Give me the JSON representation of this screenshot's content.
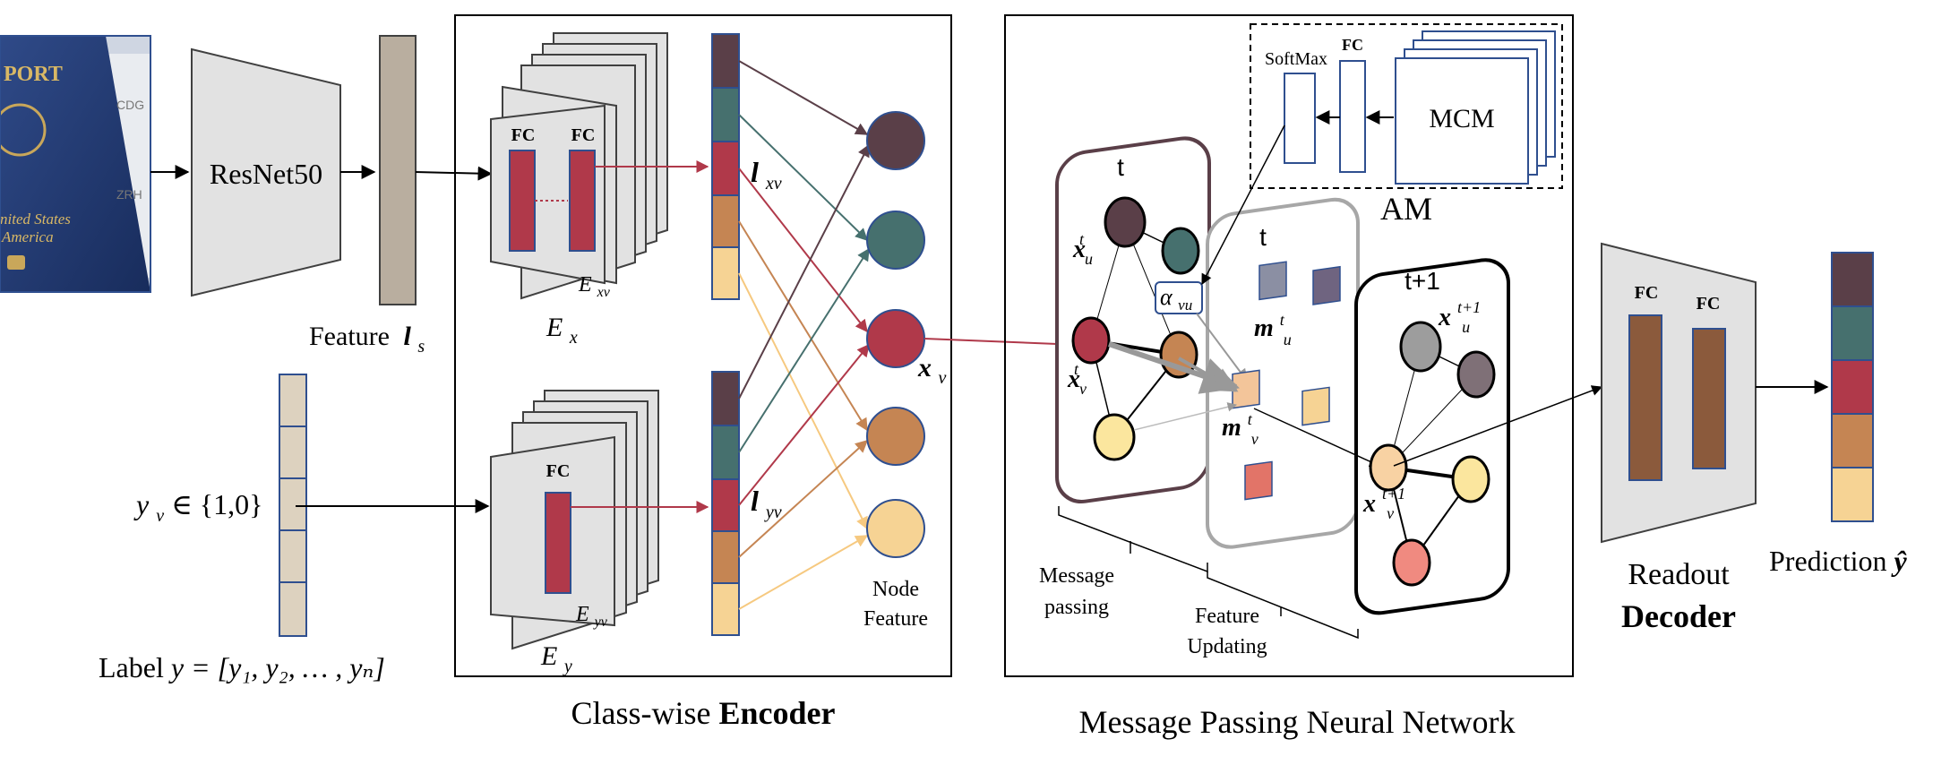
{
  "colors": {
    "brown": "#5a3f48",
    "teal": "#46706e",
    "red": "#b0394a",
    "orange": "#c58553",
    "yellow": "#f6d394",
    "blue_edge": "#2f4f8f",
    "gray": "#e2e2e2",
    "tan": "#b9ae9f",
    "label_cell": "#ddd2bf",
    "dec_fc": "#8b5a3c"
  },
  "input": {
    "passport_words": [
      "PORT",
      "nited States",
      "America",
      "CDG",
      "ZRH"
    ]
  },
  "backbone": {
    "resnet": "ResNet50",
    "feature_label": "Feature",
    "feature_symbol": "l",
    "feature_sub": "s"
  },
  "label_input": {
    "y_label": "y",
    "y_sub": "v",
    "y_set": " ∈ {1,0}",
    "label_text": "Label ",
    "label_eq": "y = [y₁, y₂, … , yₙ]"
  },
  "encoder": {
    "caption_plain": "Class-wise ",
    "caption_bold": "Encoder",
    "fc": "FC",
    "ex": "E",
    "ex_sub": "x",
    "exv": "E",
    "exv_sub": "xv",
    "ey": "E",
    "ey_sub": "y",
    "eyv": "E",
    "eyv_sub": "yv",
    "lxv": "l",
    "lxv_sub": "xv",
    "lyv": "l",
    "lyv_sub": "yv",
    "xv": "x",
    "xv_sub": "v",
    "node_feature_1": "Node",
    "node_feature_2": "Feature"
  },
  "mpnn": {
    "caption": "Message Passing Neural Network",
    "am": "AM",
    "softmax": "SoftMax",
    "fc": "FC",
    "mcm": "MCM",
    "t1": "t",
    "t2": "t",
    "t3": "t+1",
    "alpha": "α",
    "alpha_sub": "vu",
    "xut": "x",
    "xut_sub": "u",
    "xut_sup": "t",
    "xvt": "x",
    "xvt_sub": "v",
    "xvt_sup": "t",
    "mut": "m",
    "mut_sub": "u",
    "mut_sup": "t",
    "mvt": "m",
    "mvt_sub": "v",
    "mvt_sup": "t",
    "xut1": "x",
    "xut1_sub": "u",
    "xut1_sup": "t+1",
    "xvt1": "x",
    "xvt1_sub": "v",
    "xvt1_sup": "t+1",
    "msg_1": "Message",
    "msg_2": "passing",
    "feat_1": "Feature",
    "feat_2": "Updating"
  },
  "decoder": {
    "fc": "FC",
    "readout": "Readout",
    "decoder": "Decoder",
    "prediction": "Prediction ",
    "yhat": "ŷ"
  }
}
